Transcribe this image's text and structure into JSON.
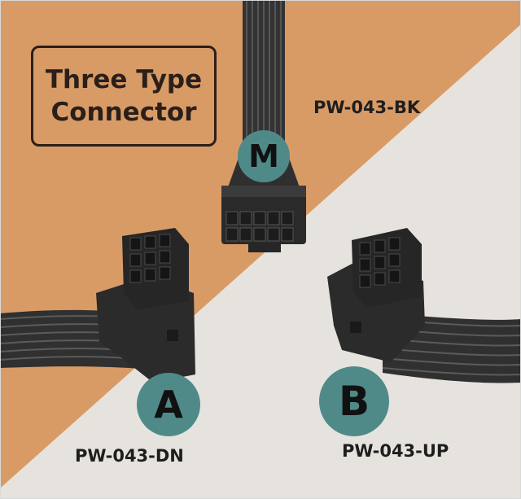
{
  "title": {
    "line1": "Three Type",
    "line2": "Connector"
  },
  "connectors": {
    "m": {
      "badge": "M",
      "model": "PW-043-BK"
    },
    "a": {
      "badge": "A",
      "model": "PW-043-DN"
    },
    "b": {
      "badge": "B",
      "model": "PW-043-UP"
    }
  },
  "colors": {
    "background_orange": "#d99b66",
    "background_gray": "#e6e3de",
    "badge_teal": "#4f8a89",
    "cable_dark": "#2e2e2e",
    "text_dark": "#1e1e1e"
  }
}
